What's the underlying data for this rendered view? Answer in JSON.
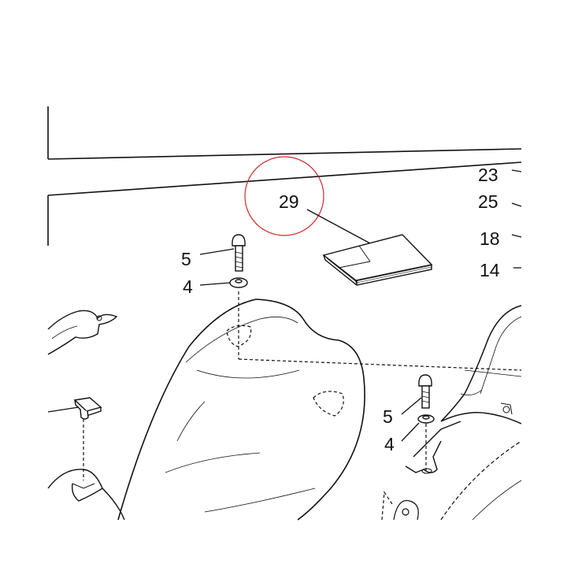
{
  "diagram": {
    "callout_labels": {
      "part_23": "23",
      "part_25": "25",
      "part_18": "18",
      "part_14": "14",
      "part_29": "29",
      "part_5_upper": "5",
      "part_4_upper": "4",
      "part_5_lower": "5",
      "part_4_lower": "4"
    },
    "highlight_color": "#cc2a2a",
    "line_color": "#111111"
  }
}
